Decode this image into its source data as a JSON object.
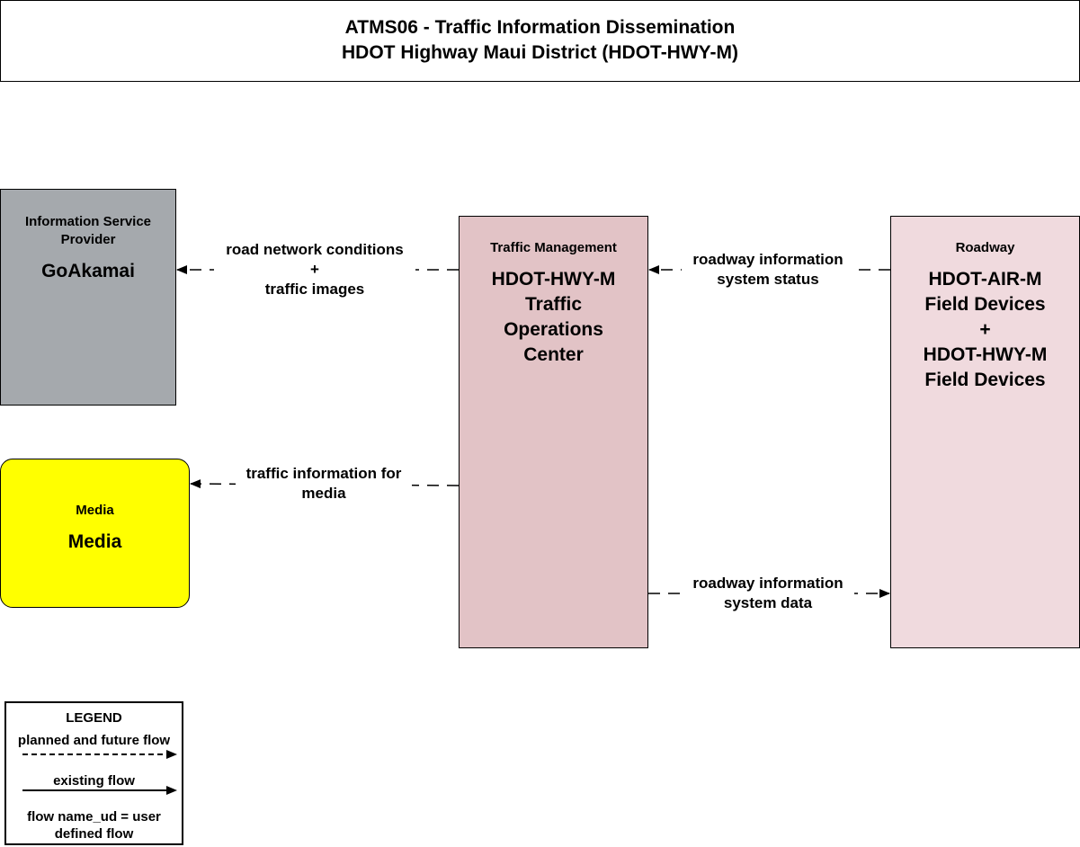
{
  "title": {
    "line1": "ATMS06 - Traffic Information Dissemination",
    "line2": "HDOT Highway Maui District (HDOT-HWY-M)"
  },
  "nodes": {
    "isp": {
      "category": "Information Service Provider",
      "name": "GoAkamai",
      "fill": "#a5a9ad"
    },
    "media": {
      "category": "Media",
      "name": "Media",
      "fill": "#ffff00"
    },
    "tm": {
      "category": "Traffic Management",
      "name_lines": [
        "HDOT-HWY-M",
        "Traffic",
        "Operations",
        "Center"
      ],
      "fill": "#e2c3c6"
    },
    "rw": {
      "category": "Roadway",
      "name_lines": [
        "HDOT-AIR-M",
        "Field Devices",
        "+",
        "HDOT-HWY-M",
        "Field Devices"
      ],
      "fill": "#f0dade"
    }
  },
  "flows": [
    {
      "id": "road-network",
      "from": "tm",
      "to": "isp",
      "status": "planned",
      "label_lines": [
        "road network conditions",
        "+",
        "traffic images"
      ]
    },
    {
      "id": "traffic-info-media",
      "from": "tm",
      "to": "media",
      "status": "planned",
      "label_lines": [
        "traffic information for",
        "media"
      ]
    },
    {
      "id": "rw-status",
      "from": "rw",
      "to": "tm",
      "status": "planned",
      "label_lines": [
        "roadway information",
        "system status"
      ]
    },
    {
      "id": "rw-data",
      "from": "tm",
      "to": "rw",
      "status": "planned",
      "label_lines": [
        "roadway information",
        "system data"
      ]
    }
  ],
  "legend": {
    "title": "LEGEND",
    "planned": "planned and future flow",
    "existing": "existing flow",
    "ud_lines": [
      "flow name_ud = user",
      "defined flow"
    ]
  }
}
